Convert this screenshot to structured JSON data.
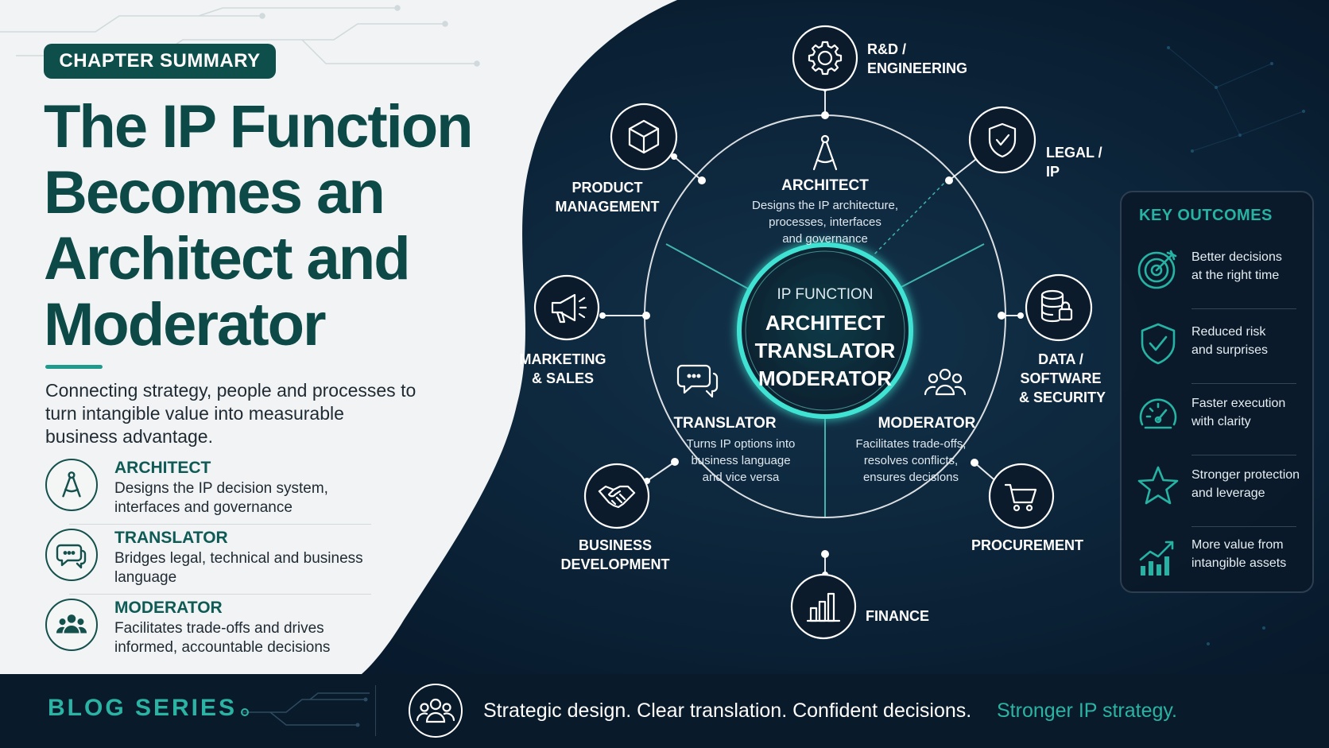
{
  "colors": {
    "teal_dark": "#0e4f4b",
    "teal_accent": "#27b3a3",
    "navy": "#0a1a2c",
    "glow": "#3fe3d3"
  },
  "header": {
    "badge": "CHAPTER SUMMARY",
    "title_lines": [
      "The IP Function",
      "Becomes an",
      "Architect and",
      "Moderator"
    ],
    "subtitle": "Connecting strategy, people and processes to turn intangible value into measurable business advantage."
  },
  "roles": [
    {
      "title": "ARCHITECT",
      "desc": "Designs the IP decision system, interfaces and governance",
      "icon": "compass-icon"
    },
    {
      "title": "TRANSLATOR",
      "desc": "Bridges legal, technical and business language",
      "icon": "speech-bubble-icon"
    },
    {
      "title": "MODERATOR",
      "desc": "Facilitates trade-offs and drives informed, accountable decisions",
      "icon": "group-icon"
    }
  ],
  "diagram": {
    "core": {
      "label": "IP FUNCTION",
      "roles": [
        "ARCHITECT",
        "TRANSLATOR",
        "MODERATOR"
      ]
    },
    "inner": [
      {
        "title": "ARCHITECT",
        "lines": [
          "Designs the IP architecture,",
          "processes, interfaces",
          "and governance"
        ],
        "icon": "compass-icon"
      },
      {
        "title": "TRANSLATOR",
        "lines": [
          "Turns IP options into",
          "business language",
          "and vice versa"
        ],
        "icon": "speech-bubble-icon"
      },
      {
        "title": "MODERATOR",
        "lines": [
          "Facilitates trade-offs,",
          "resolves conflicts,",
          "ensures decisions"
        ],
        "icon": "group-icon"
      }
    ],
    "stakeholders": [
      {
        "id": "rd",
        "lines": [
          "R&D /",
          "ENGINEERING"
        ],
        "icon": "gear-icon"
      },
      {
        "id": "legal",
        "lines": [
          "LEGAL /",
          "IP"
        ],
        "icon": "shield-check-icon"
      },
      {
        "id": "data",
        "lines": [
          "DATA /",
          "SOFTWARE",
          "& SECURITY"
        ],
        "icon": "database-lock-icon"
      },
      {
        "id": "procurement",
        "lines": [
          "PROCUREMENT"
        ],
        "icon": "cart-icon"
      },
      {
        "id": "finance",
        "lines": [
          "FINANCE"
        ],
        "icon": "bar-chart-icon"
      },
      {
        "id": "bizdev",
        "lines": [
          "BUSINESS",
          "DEVELOPMENT"
        ],
        "icon": "handshake-icon"
      },
      {
        "id": "marketing",
        "lines": [
          "MARKETING",
          "& SALES"
        ],
        "icon": "megaphone-icon"
      },
      {
        "id": "product",
        "lines": [
          "PRODUCT",
          "MANAGEMENT"
        ],
        "icon": "cube-icon"
      }
    ]
  },
  "outcomes": {
    "title": "KEY OUTCOMES",
    "items": [
      {
        "lines": [
          "Better decisions",
          "at the right time"
        ],
        "icon": "target-icon"
      },
      {
        "lines": [
          "Reduced risk",
          "and surprises"
        ],
        "icon": "shield-check-icon"
      },
      {
        "lines": [
          "Faster execution",
          "with clarity"
        ],
        "icon": "speedometer-icon"
      },
      {
        "lines": [
          "Stronger protection",
          "and leverage"
        ],
        "icon": "star-icon"
      },
      {
        "lines": [
          "More value from",
          "intangible assets"
        ],
        "icon": "growth-chart-icon"
      }
    ]
  },
  "footer": {
    "series": "BLOG SERIES",
    "tagline": "Strategic design. Clear translation. Confident decisions.",
    "tagline_accent": "Stronger IP strategy."
  }
}
